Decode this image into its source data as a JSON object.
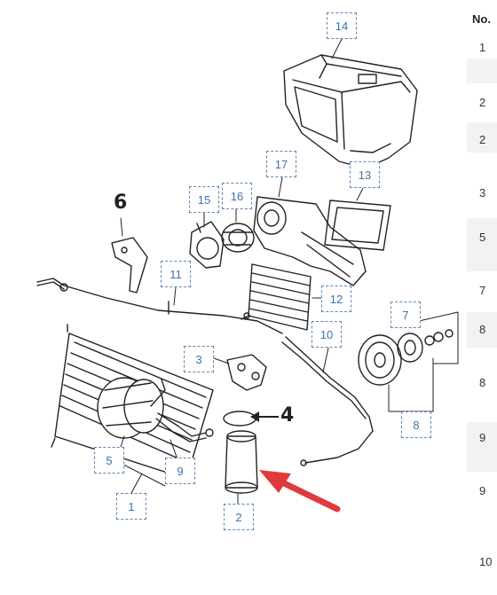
{
  "diagram": {
    "callouts": [
      "14",
      "17",
      "13",
      "15",
      "16",
      "6",
      "11",
      "12",
      "7",
      "3",
      "10",
      "4",
      "5",
      "9",
      "8",
      "1",
      "2"
    ],
    "bold_labels": [
      "6",
      "4"
    ]
  },
  "table": {
    "header": "No.",
    "rows": [
      "1",
      "2",
      "2",
      "3",
      "5",
      "7",
      "8",
      "8",
      "9",
      "9",
      "10"
    ]
  },
  "colors": {
    "callout_border": "#5a86b8",
    "callout_text": "#3d72ad",
    "arrow": "#e03a3a"
  }
}
